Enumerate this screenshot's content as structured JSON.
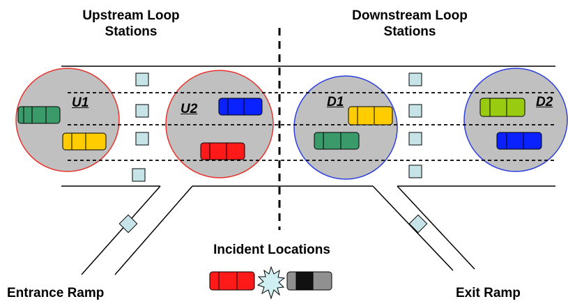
{
  "labels": {
    "upstream_line1": "Upstream Loop",
    "upstream_line2": "Stations",
    "downstream_line1": "Downstream Loop",
    "downstream_line2": "Stations",
    "incident": "Incident Locations",
    "entrance": "Entrance Ramp",
    "exit": "Exit Ramp"
  },
  "stations": [
    {
      "id": "U1",
      "side": "upstream",
      "ring_color": "#e8322d"
    },
    {
      "id": "U2",
      "side": "upstream",
      "ring_color": "#e8322d"
    },
    {
      "id": "D1",
      "side": "downstream",
      "ring_color": "#2c3ee0"
    },
    {
      "id": "D2",
      "side": "downstream",
      "ring_color": "#2c3ee0"
    }
  ],
  "colors": {
    "circle_fill": "#c0c0c0",
    "detector_fill": "#c6e4e8",
    "car_green": "#3a9a6a",
    "car_yellow": "#ffcc00",
    "car_red": "#ff1a1a",
    "car_blue": "#0a22ff",
    "car_lime": "#99cc11",
    "car_gray": "#909090",
    "car_black": "#111111",
    "starburst": "#cfeff2"
  }
}
